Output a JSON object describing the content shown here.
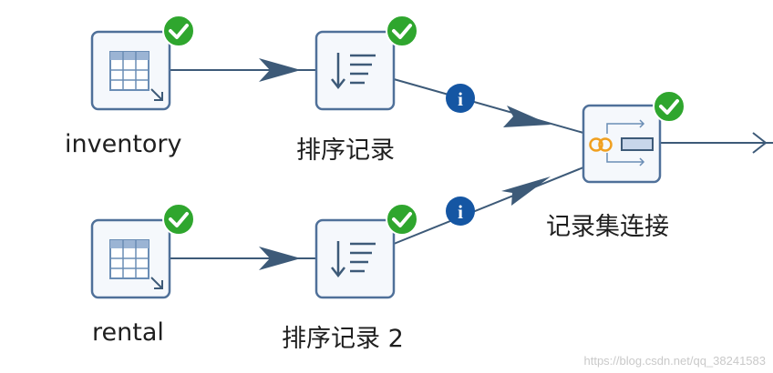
{
  "nodes": {
    "inventory": {
      "label": "inventory",
      "type": "table-input",
      "status": "ok"
    },
    "sort1": {
      "label": "排序记录",
      "type": "sort-rows",
      "status": "ok"
    },
    "rental": {
      "label": "rental",
      "type": "table-input",
      "status": "ok"
    },
    "sort2": {
      "label": "排序记录 2",
      "type": "sort-rows",
      "status": "ok"
    },
    "merge": {
      "label": "记录集连接",
      "type": "merge-join",
      "status": "ok"
    }
  },
  "hops": [
    {
      "from": "inventory",
      "to": "sort1",
      "info": false
    },
    {
      "from": "rental",
      "to": "sort2",
      "info": false
    },
    {
      "from": "sort1",
      "to": "merge",
      "info": true
    },
    {
      "from": "sort2",
      "to": "merge",
      "info": true
    },
    {
      "from": "merge",
      "to": "next",
      "info": false
    }
  ],
  "info_badge": "i",
  "watermark": "https://blog.csdn.net/qq_38241583",
  "colors": {
    "hop": "#3d5a78",
    "node_border": "#4f7099",
    "node_fill": "#f5f8fc",
    "ok_badge": "#2fa62e",
    "info_badge": "#1556a3",
    "merge_ring": "#f0a020"
  }
}
